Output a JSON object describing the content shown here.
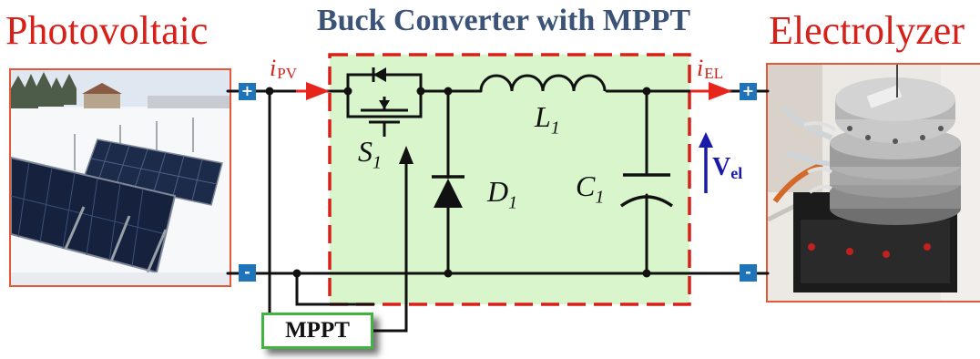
{
  "titles": {
    "left": "Photovoltaic",
    "center": "Buck Converter with MPPT",
    "right": "Electrolyzer"
  },
  "components": {
    "switch": "S",
    "switch_sub": "1",
    "inductor": "L",
    "inductor_sub": "1",
    "diode": "D",
    "diode_sub": "1",
    "capacitor": "C",
    "capacitor_sub": "1"
  },
  "currents": {
    "input_symbol": "i",
    "input_sub": "PV",
    "output_symbol": "i",
    "output_sub": "EL"
  },
  "voltage": {
    "symbol": "V",
    "sub": "el"
  },
  "terminals": {
    "plus": "+",
    "minus": "-"
  },
  "controller": {
    "label": "MPPT"
  },
  "colors": {
    "title_red": "#d8201a",
    "title_blue": "#3a5377",
    "converter_fill": "#d8f5cc",
    "converter_border": "#d8201a",
    "wire": "#111111",
    "current_arrow": "#e8251c",
    "voltage_arrow": "#1a1aa8",
    "terminal": "#1f73b9",
    "mppt_border": "#3fb53f"
  },
  "icons": [
    "solar-panel-photo",
    "electrolyzer-photo",
    "mosfet-symbol",
    "diode-symbol",
    "inductor-symbol",
    "capacitor-symbol"
  ]
}
